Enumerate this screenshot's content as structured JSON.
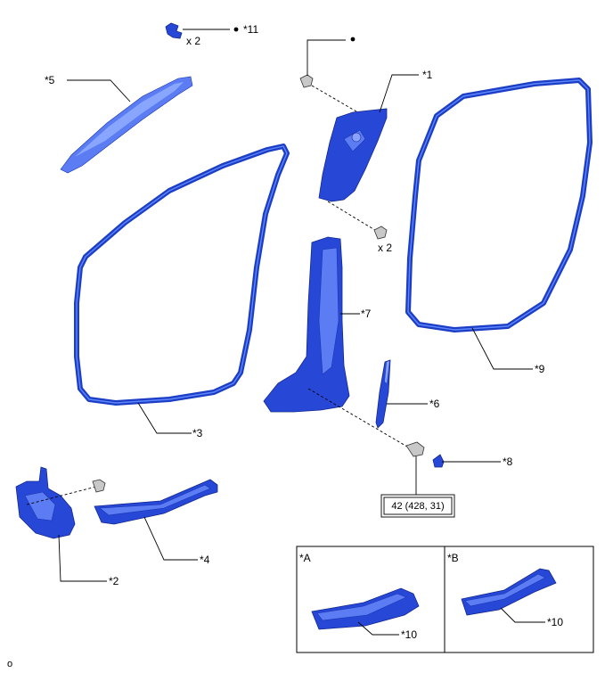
{
  "labels": {
    "p1": "*1",
    "p2": "*2",
    "p3": "*3",
    "p4": "*4",
    "p5": "*5",
    "p6": "*6",
    "p7": "*7",
    "p8": "*8",
    "p9": "*9",
    "p10a": "*10",
    "p10b": "*10",
    "p11": "*11"
  },
  "quantities": {
    "clip_top": "x 2",
    "clip_mid": "x 2"
  },
  "torque": "42 (428, 31)",
  "insets": {
    "a": "*A",
    "b": "*B"
  },
  "corner_mark": "o",
  "colors": {
    "part_blue": "#2747d6",
    "seal_blue": "#1b3ec4",
    "highlight": "#89a6ff"
  }
}
